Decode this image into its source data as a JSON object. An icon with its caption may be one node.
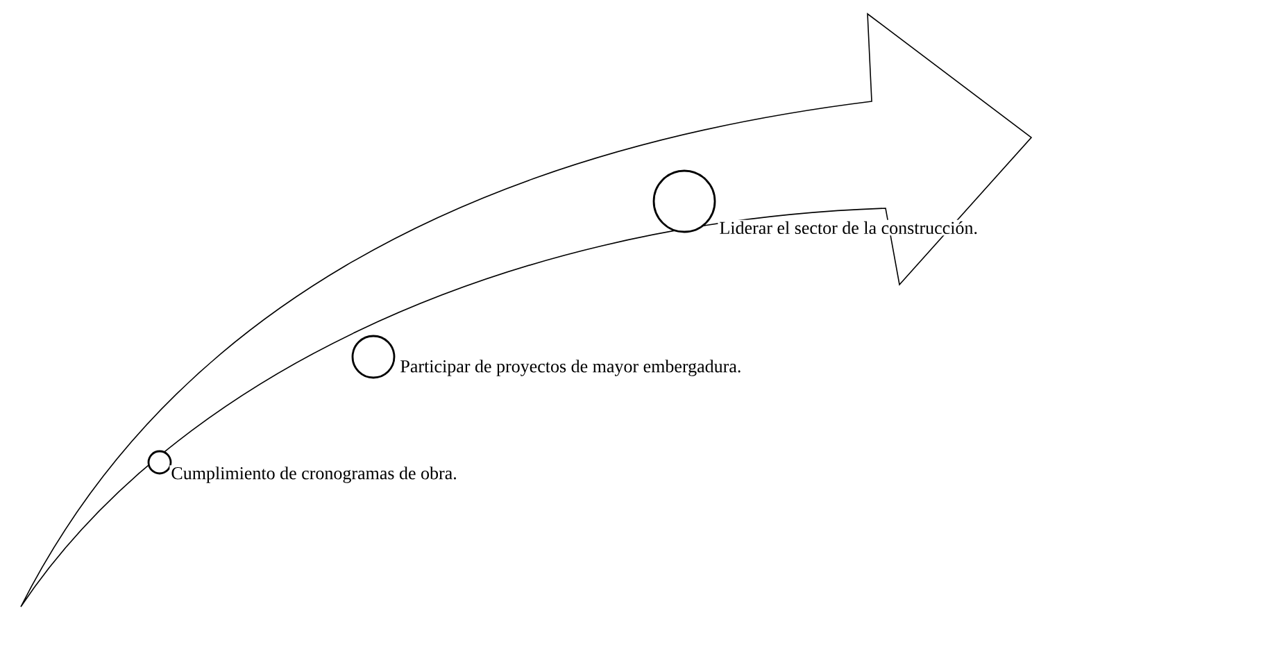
{
  "diagram": {
    "nodes": [
      {
        "text": [],
        "shape": "circle",
        "beside": [
          "Liderar el sector de la construcción."
        ]
      },
      {
        "text": [],
        "shape": "circle",
        "beside": [
          "Participar de proyectos de mayor embergadura."
        ]
      },
      {
        "text": [],
        "shape": "circle",
        "beside": [
          "Cumplimiento de cronogramas de obra."
        ]
      }
    ]
  }
}
